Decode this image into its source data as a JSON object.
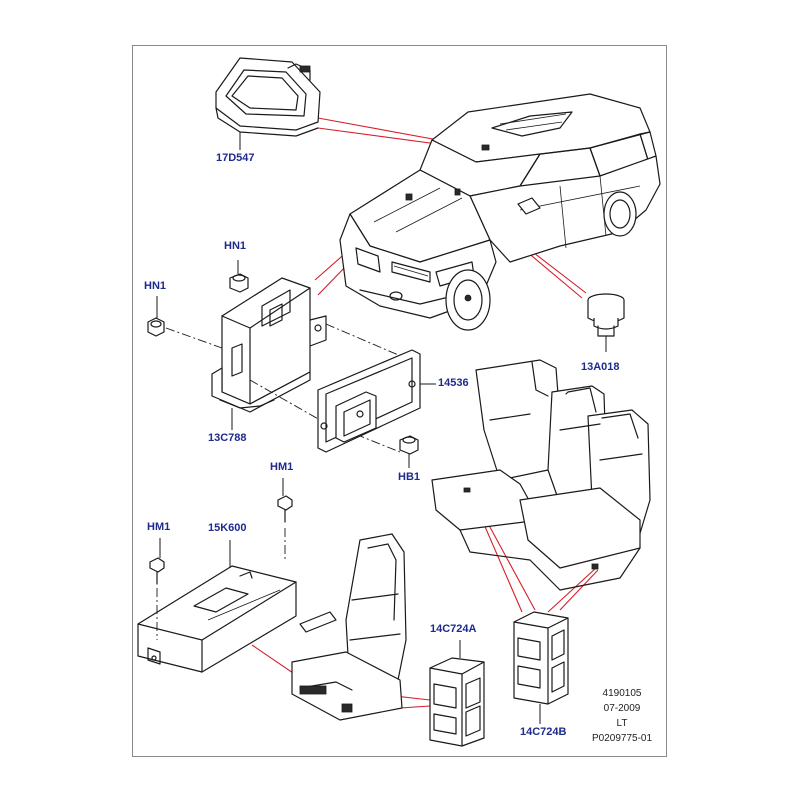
{
  "labels": {
    "p17d547": "17D547",
    "hn1_top": "HN1",
    "hn1_left": "HN1",
    "p13c788": "13C788",
    "p14536": "14536",
    "hb1": "HB1",
    "p13a018": "13A018",
    "hm1_top": "HM1",
    "hm1_left": "HM1",
    "p15k600": "15K600",
    "p14c724a": "14C724A",
    "p14c724b": "14C724B"
  },
  "reference": {
    "line1": "4190105",
    "line2": "07-2009",
    "line3": "LT",
    "line4": "P0209775-01"
  },
  "colors": {
    "label_text": "#1e2a8c",
    "callout_lines": "#d81e2a",
    "outline": "#1a1a1a",
    "frame": "#8a8a8a"
  }
}
